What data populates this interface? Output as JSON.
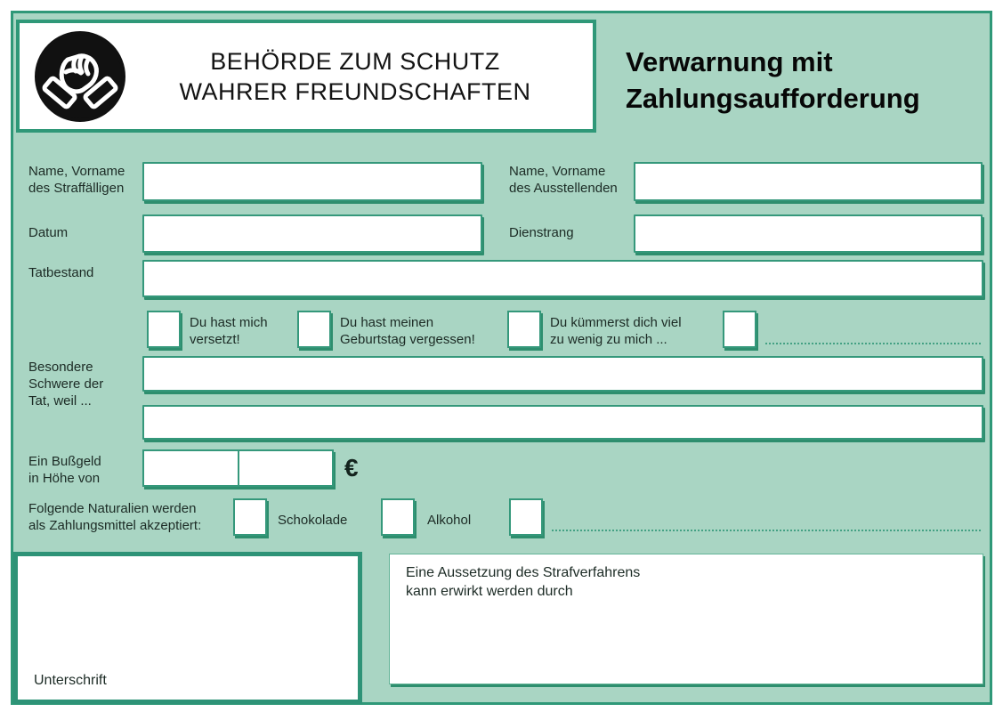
{
  "colors": {
    "card_bg": "#a9d5c3",
    "border_teal": "#2f9878",
    "ink": "#1c2b25",
    "box_bg": "#ffffff",
    "title_ink": "#070707"
  },
  "header": {
    "logo_icon": "handshake-icon",
    "agency_line1": "BEHÖRDE ZUM SCHUTZ",
    "agency_line2": "WAHRER FREUNDSCHAFTEN",
    "title_line1": "Verwarnung mit",
    "title_line2": "Zahlungsaufforderung"
  },
  "form": {
    "offender_label_line1": "Name, Vorname",
    "offender_label_line2": "des Straffälligen",
    "offender_value": "",
    "issuer_label_line1": "Name, Vorname",
    "issuer_label_line2": "des Ausstellenden",
    "issuer_value": "",
    "date_label": "Datum",
    "date_value": "",
    "rank_label": "Dienstrang",
    "rank_value": "",
    "offense_label": "Tatbestand",
    "offense_value": "",
    "offense_options": [
      {
        "line1": "Du hast mich",
        "line2": "versetzt!",
        "checked": false
      },
      {
        "line1": "Du hast meinen",
        "line2": "Geburtstag vergessen!",
        "checked": false
      },
      {
        "line1": "Du kümmerst dich viel",
        "line2": "zu wenig zu mich ...",
        "checked": false
      },
      {
        "line1": "",
        "line2": "",
        "checked": false
      }
    ],
    "severity_label_line1": "Besondere",
    "severity_label_line2": "Schwere der",
    "severity_label_line3": "Tat, weil ...",
    "severity_value_line1": "",
    "severity_value_line2": "",
    "fine_label_line1": "Ein Bußgeld",
    "fine_label_line2": "in Höhe von",
    "fine_value_whole": "",
    "fine_value_fraction": "",
    "currency_symbol": "€",
    "payment_label_line1": "Folgende Naturalien werden",
    "payment_label_line2": "als Zahlungsmittel akzeptiert:",
    "payment_options": [
      {
        "label": "Schokolade",
        "checked": false
      },
      {
        "label": "Alkohol",
        "checked": false
      },
      {
        "label": "",
        "checked": false
      }
    ],
    "signature_label": "Unterschrift",
    "suspension_caption_line1": "Eine Aussetzung des Strafverfahrens",
    "suspension_caption_line2": "kann erwirkt werden durch"
  }
}
